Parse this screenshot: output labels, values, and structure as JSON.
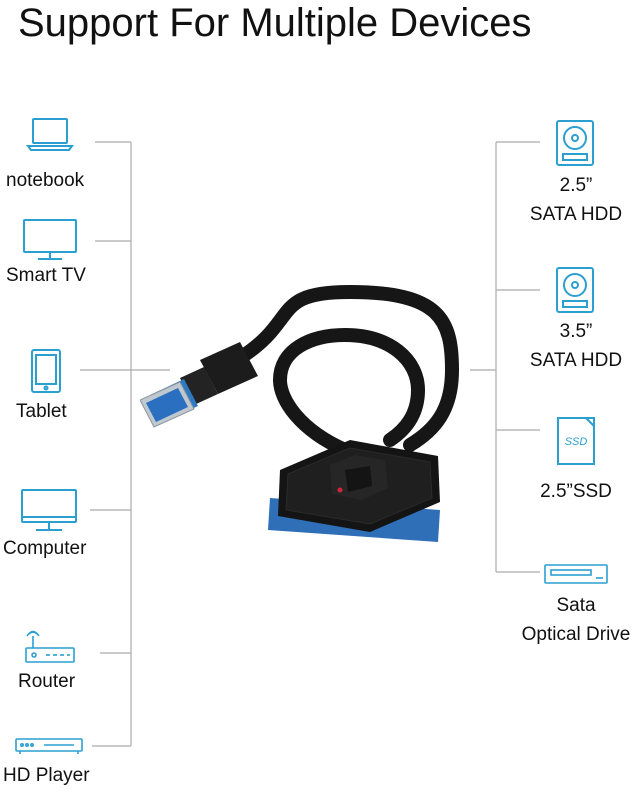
{
  "title": "Support For Multiple Devices",
  "left_devices": [
    {
      "label": "notebook",
      "icon": "laptop-icon"
    },
    {
      "label": "Smart TV",
      "icon": "tv-icon"
    },
    {
      "label": "Tablet",
      "icon": "tablet-icon"
    },
    {
      "label": "Computer",
      "icon": "monitor-icon"
    },
    {
      "label": "Router",
      "icon": "router-icon"
    },
    {
      "label": "HD Player",
      "icon": "hd-player-icon"
    }
  ],
  "right_devices": [
    {
      "line1": "2.5”",
      "line2": "SATA HDD",
      "icon": "hard-drive-icon"
    },
    {
      "line1": "3.5”",
      "line2": "SATA HDD",
      "icon": "hard-drive-icon"
    },
    {
      "line1": "2.5”SSD",
      "line2": "",
      "icon": "ssd-icon",
      "icon_text": "SSD"
    },
    {
      "line1": "Sata",
      "line2": "Optical Drive",
      "icon": "optical-drive-icon"
    }
  ],
  "colors": {
    "icon": "#2b9fd0",
    "line": "#aaaaaa",
    "cable": "#161616",
    "connector": "#2e6fb8",
    "led": "#d0243a"
  }
}
